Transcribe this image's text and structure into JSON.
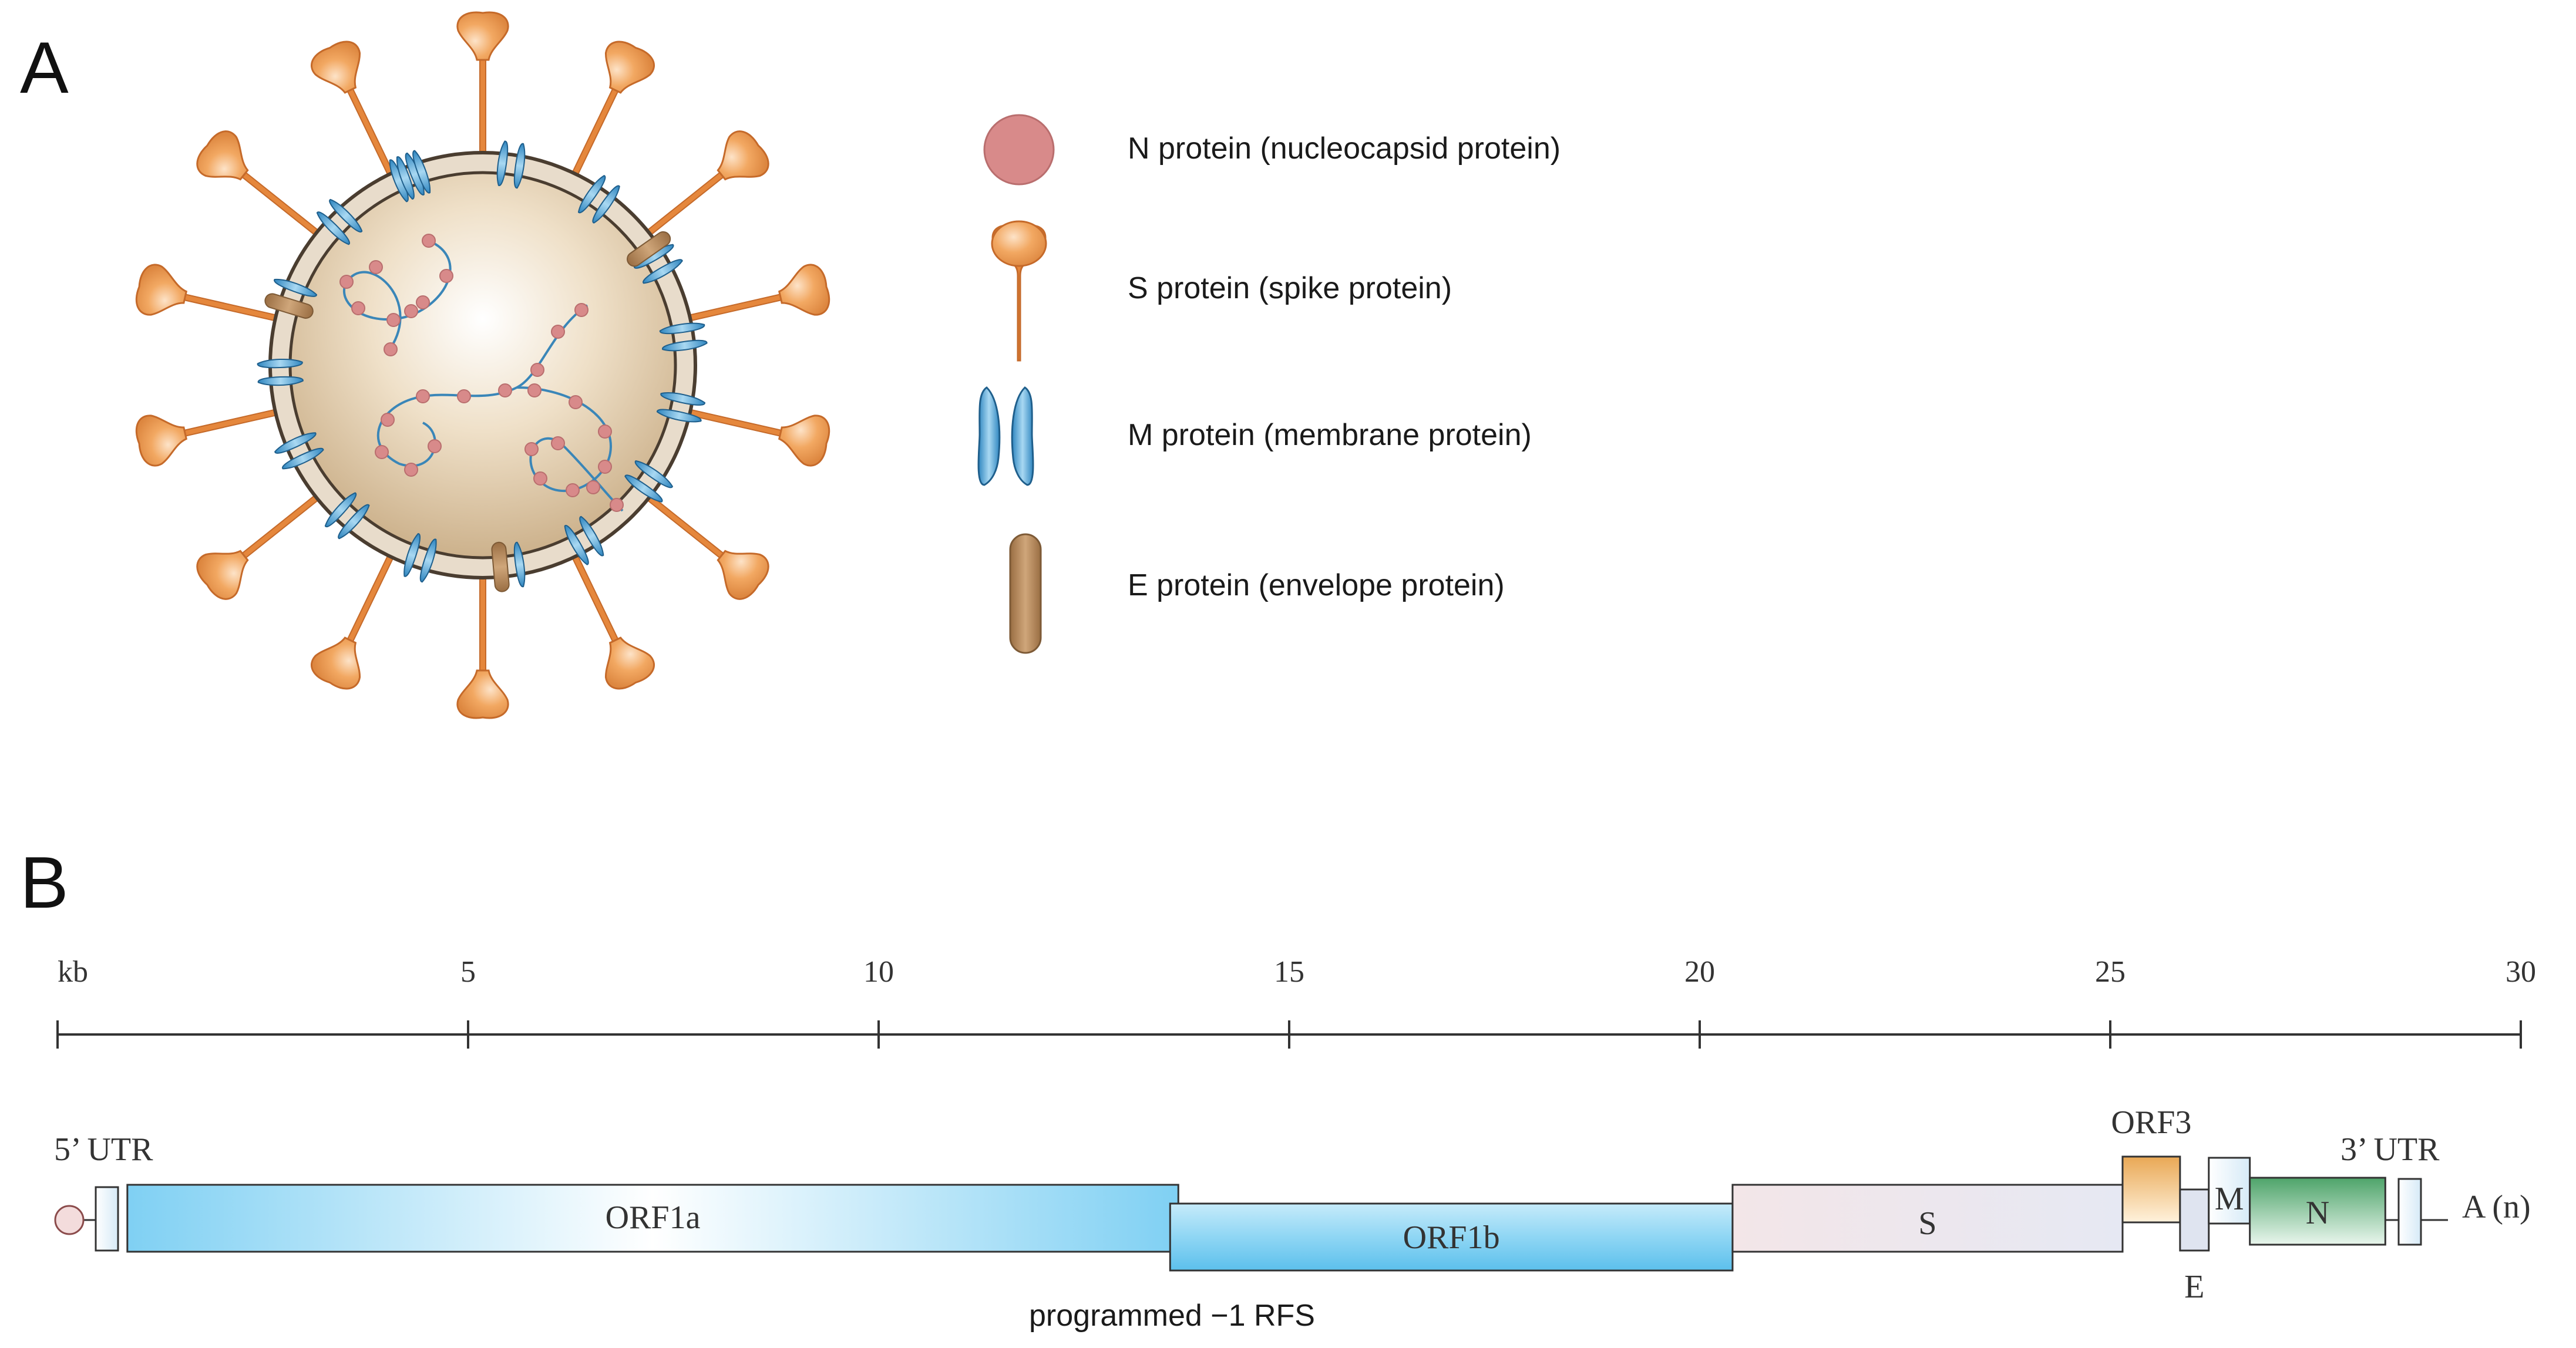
{
  "panel_a": {
    "label": "A",
    "legend": [
      {
        "key": "n",
        "text": "N protein (nucleocapsid protein)",
        "color": "#d88a8a"
      },
      {
        "key": "s",
        "text": "S protein (spike protein)",
        "color": "#ef9a4a"
      },
      {
        "key": "m",
        "text": "M protein (membrane protein)",
        "color": "#5aa6d6"
      },
      {
        "key": "e",
        "text": "E protein (envelope protein)",
        "color": "#b98a5e"
      }
    ]
  },
  "panel_b": {
    "label": "B",
    "unit": "kb",
    "ticks": [
      {
        "value": 0,
        "label": ""
      },
      {
        "value": 5,
        "label": "5"
      },
      {
        "value": 10,
        "label": "10"
      },
      {
        "value": 15,
        "label": "15"
      },
      {
        "value": 20,
        "label": "20"
      },
      {
        "value": 25,
        "label": "25"
      },
      {
        "value": 30,
        "label": "30"
      }
    ],
    "five_prime_label": "5’ UTR",
    "three_prime_label": "3’ UTR",
    "polyA_label": "A (n)",
    "rfs_label": "programmed −1 RFS",
    "genes": [
      {
        "key": "orf1a",
        "label": "ORF1a",
        "start": 0.85,
        "end": 13.65,
        "color": "#6cc4ee"
      },
      {
        "key": "orf1b",
        "label": "ORF1b",
        "start": 13.55,
        "end": 20.4,
        "color": "#6cc4ee"
      },
      {
        "key": "s",
        "label": "S",
        "start": 20.4,
        "end": 25.15,
        "color": "#e9dde6"
      },
      {
        "key": "orf3",
        "label": "ORF3",
        "start": 25.15,
        "end": 25.85,
        "color": "#f0c98a"
      },
      {
        "key": "e",
        "label": "E",
        "start": 25.85,
        "end": 26.2,
        "color": "#dfe4f0"
      },
      {
        "key": "m",
        "label": "M",
        "start": 26.2,
        "end": 26.7,
        "color": "#dbe9f5"
      },
      {
        "key": "n",
        "label": "N",
        "start": 26.7,
        "end": 28.35,
        "color": "#7fbf95"
      }
    ]
  }
}
